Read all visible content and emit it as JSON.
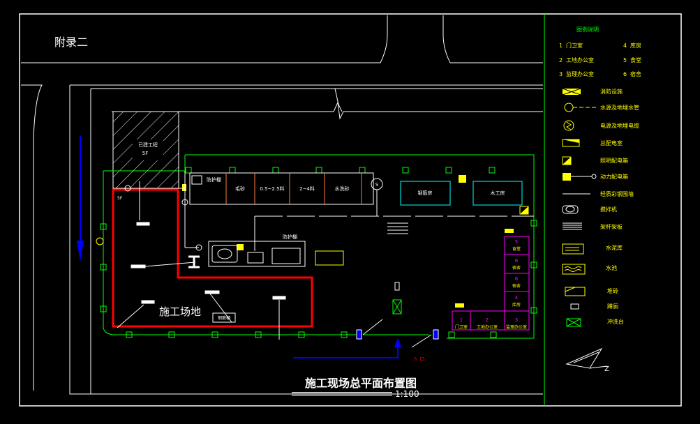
{
  "appendix_label": "附录二",
  "title": "施工现场总平面布置图",
  "scale": "1:100",
  "site_label": "施工场地",
  "entrance_label": "入 口",
  "existing_building": {
    "name": "已建工程",
    "floors": "5F"
  },
  "building_floors": "5F",
  "tool_box_label": "钢筋棚",
  "sheds": {
    "protective_top": "防护棚",
    "protective_mid": "防护棚",
    "bays": [
      "毛砂",
      "0.5~2.5料",
      "2~4料",
      "水洗砂"
    ],
    "rebar_room": "钢筋房",
    "carpentry_room": "木工房"
  },
  "offices": [
    {
      "num": "1",
      "name": "门卫室"
    },
    {
      "num": "2",
      "name": "工地办公室"
    },
    {
      "num": "3",
      "name": "监理办公室"
    }
  ],
  "rooms_vertical": [
    {
      "num": "5",
      "name": "食堂"
    },
    {
      "num": "6",
      "name": "宿舍"
    },
    {
      "num": "6",
      "name": "宿舍"
    },
    {
      "num": "4",
      "name": "库房"
    }
  ],
  "legend": {
    "title": "图例说明",
    "numbered": [
      {
        "num": "1",
        "name": "门卫室"
      },
      {
        "num": "4",
        "name": "库房"
      },
      {
        "num": "2",
        "name": "工地办公室"
      },
      {
        "num": "5",
        "name": "食堂"
      },
      {
        "num": "3",
        "name": "监理办公室"
      },
      {
        "num": "6",
        "name": "宿舍"
      }
    ],
    "symbols": [
      {
        "icon": "fire-facility-icon",
        "label": "消防设施"
      },
      {
        "icon": "water-source-icon",
        "label": "水源及地埋水管"
      },
      {
        "icon": "power-source-icon",
        "label": "电源及地埋电缆"
      },
      {
        "icon": "main-distribution-icon",
        "label": "总配电室"
      },
      {
        "icon": "lighting-box-icon",
        "label": "照明配电箱"
      },
      {
        "icon": "power-box-icon",
        "label": "动力配电箱"
      },
      {
        "icon": "steel-fence-icon",
        "label": "轻质彩钢围墙"
      },
      {
        "icon": "mixer-icon",
        "label": "搅拌机"
      },
      {
        "icon": "scaffold-icon",
        "label": "架杆架板"
      },
      {
        "icon": "cement-store-icon",
        "label": "水泥库"
      },
      {
        "icon": "pool-icon",
        "label": "水池"
      },
      {
        "icon": "brick-icon",
        "label": "堆砖"
      },
      {
        "icon": "toilet-icon",
        "label": "蹲厕"
      },
      {
        "icon": "wash-icon",
        "label": "冲洗台"
      }
    ]
  },
  "colors": {
    "white": "#ffffff",
    "green": "#00ff00",
    "yellow": "#ffff00",
    "cyan": "#00ffff",
    "red": "#ff0000",
    "magenta": "#ff00ff",
    "blue": "#0000ff",
    "orange": "#ff8040"
  }
}
